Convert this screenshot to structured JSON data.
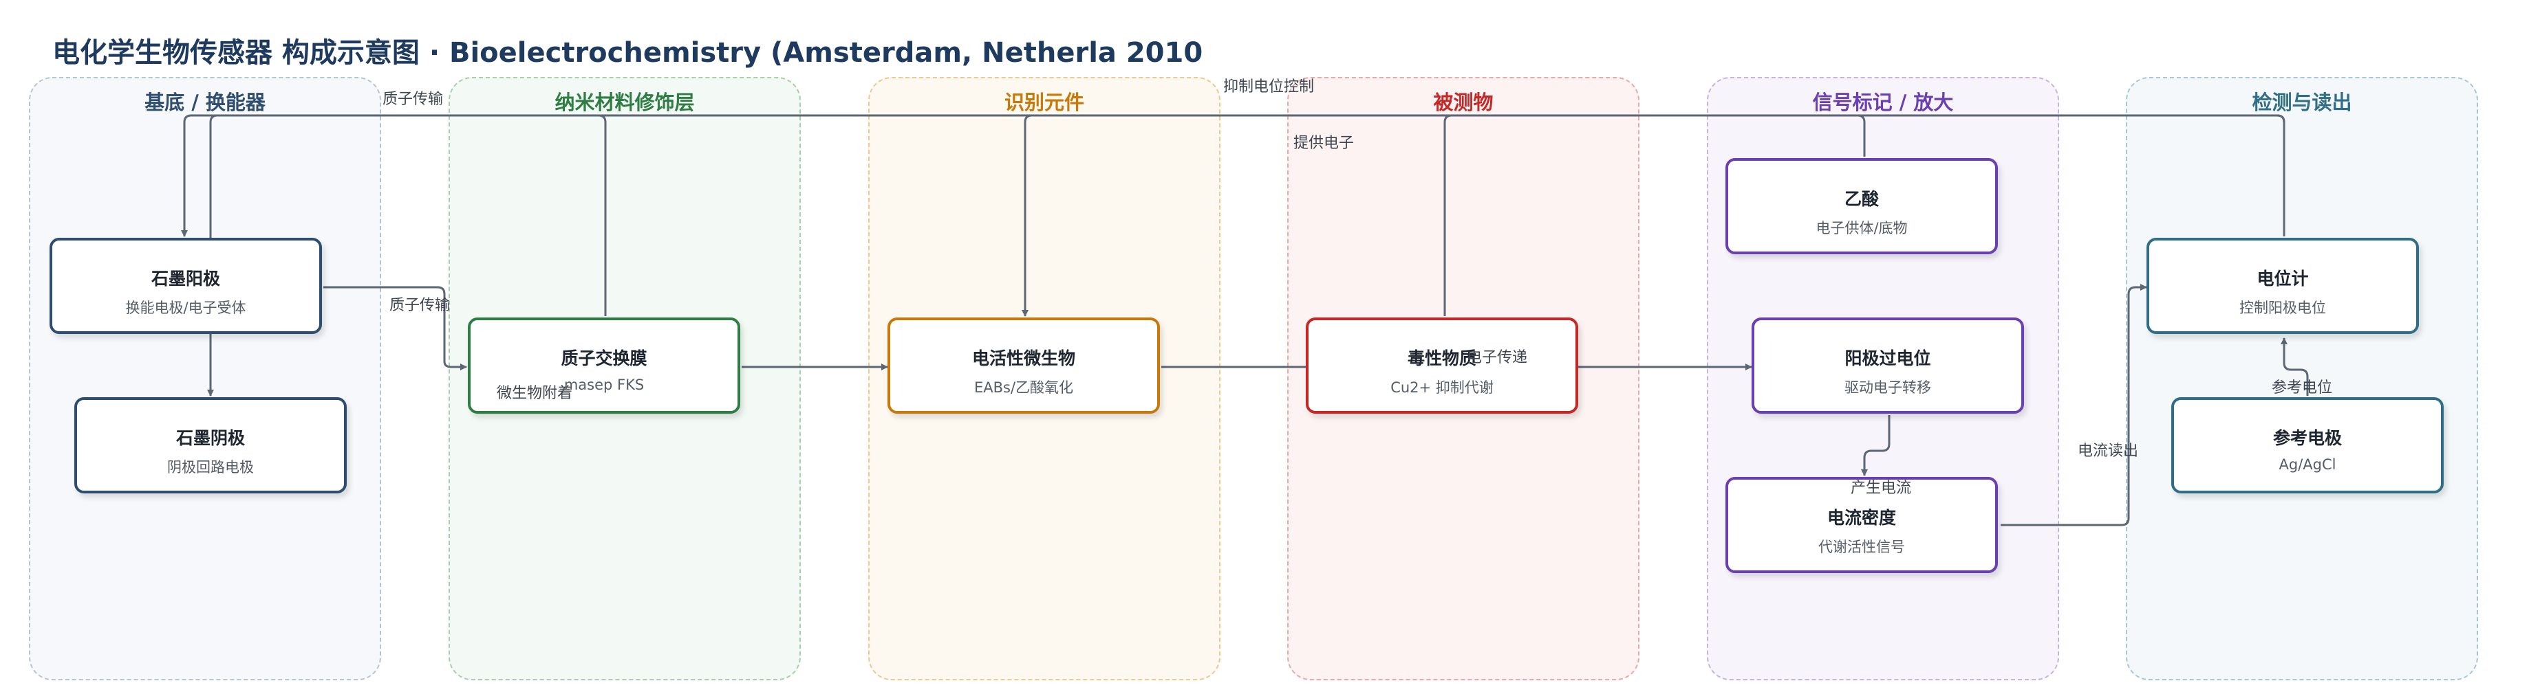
{
  "title": "电化学生物传感器 构成示意图 · Bioelectrochemistry (Amsterdam, Netherla 2010",
  "colors": {
    "substrate": "#2f4d6e",
    "nano": "#2e7d43",
    "recognition": "#c77a0a",
    "analyte": "#c62828",
    "signal": "#6a3fb0",
    "detection": "#2f6e86",
    "edge": "#5d6673"
  },
  "lanes": [
    {
      "id": "substrate",
      "label": "基底 / 换能器"
    },
    {
      "id": "nano",
      "label": "纳米材料修饰层"
    },
    {
      "id": "recognition",
      "label": "识别元件"
    },
    {
      "id": "analyte",
      "label": "被测物"
    },
    {
      "id": "signal",
      "label": "信号标记 / 放大"
    },
    {
      "id": "detection",
      "label": "检测与读出"
    }
  ],
  "nodes": {
    "graphite_anode": {
      "title": "石墨阳极",
      "sub": "换能电极/电子受体"
    },
    "graphite_cathode": {
      "title": "石墨阴极",
      "sub": "阴极回路电极"
    },
    "pem": {
      "title": "质子交换膜",
      "sub": "masep FKS"
    },
    "eab": {
      "title": "电活性微生物",
      "sub": "EABs/乙酸氧化"
    },
    "toxicant": {
      "title": "毒性物质",
      "sub": "Cu2+ 抑制代谢"
    },
    "acetate": {
      "title": "乙酸",
      "sub": "电子供体/底物"
    },
    "overpotential": {
      "title": "阳极过电位",
      "sub": "驱动电子转移"
    },
    "current_density": {
      "title": "电流密度",
      "sub": "代谢活性信号"
    },
    "potentiostat": {
      "title": "电位计",
      "sub": "控制阳极电位"
    },
    "ref_electrode": {
      "title": "参考电极",
      "sub": "Ag/AgCl"
    }
  },
  "edge_labels": {
    "proton_transfer_top": "质子传输",
    "proton_transfer": "质子传输",
    "inhibit_control": "抑制电位控制",
    "supply_electrons": "提供电子",
    "microbe_attach": "微生物附着",
    "electron_transfer": "电子传递",
    "generate_current": "产生电流",
    "current_readout": "电流读出",
    "reference_potential": "参考电位"
  }
}
